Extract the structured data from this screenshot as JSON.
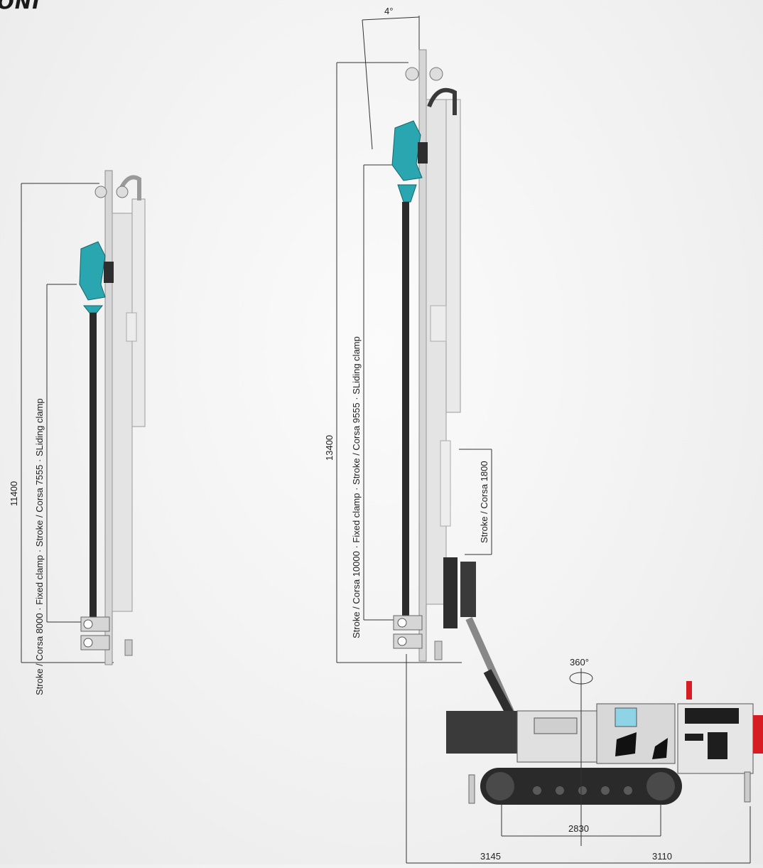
{
  "heading": "ONI",
  "left_rig": {
    "height": "11400",
    "stroke_label": "Stroke / Corsa  8000  ·  Fixed clamp  ·  Stroke / Corsa  7555  ·  SLiding clamp"
  },
  "right_rig": {
    "height": "13400",
    "mast_tilt": "4°",
    "stroke_label": "Stroke / Corsa  10000  ·  Fixed clamp  ·  Stroke / Corsa  9555  ·  SLiding clamp",
    "aux_stroke": "Stroke / Corsa  1800",
    "rotation": "360°",
    "track_length": "2830",
    "front_reach": "3145",
    "rear_length": "3110"
  },
  "colors": {
    "head": "#2aa6b0",
    "rod": "#2b2b2b",
    "mast": "#c9c9c9",
    "body": "#d8d8d8",
    "dark": "#2e2e2e",
    "accent": "#d81c24",
    "window": "#8fd3e6"
  }
}
